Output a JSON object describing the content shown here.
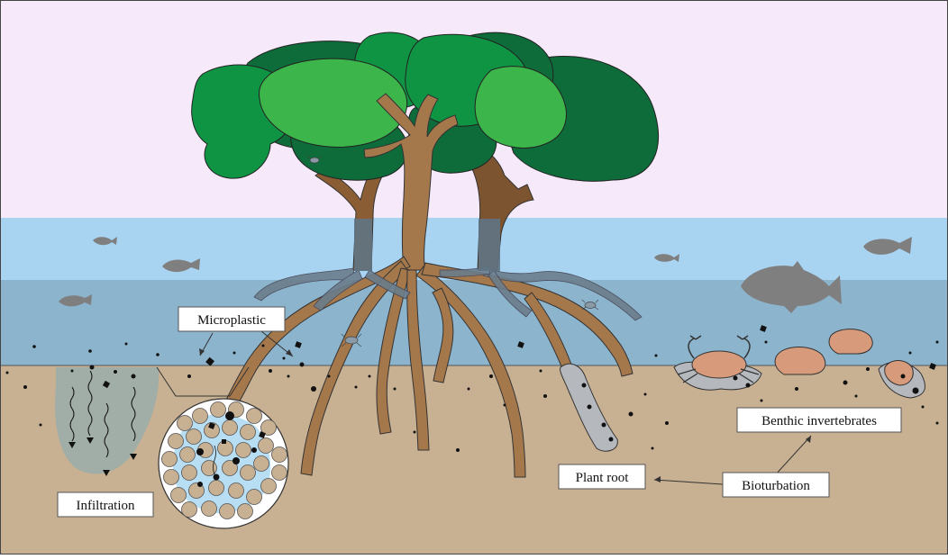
{
  "labels": {
    "microplastic": "Microplastic",
    "infiltration": "Infiltration",
    "plant_root": "Plant root",
    "bioturbation": "Bioturbation",
    "benthic_invertebrates": "Benthic invertebrates"
  },
  "colors": {
    "sky": "#f6eafa",
    "water_upper": "#a8d4f2",
    "water_lower": "#8cb4cd",
    "sediment": "#c8b092",
    "trunk": "#a5784c",
    "trunk_back": "#7d5430",
    "canopy_dark": "#0e6b3a",
    "canopy_mid": "#0f9444",
    "canopy_light": "#3cb54a",
    "fish": "#7f7f7f",
    "shell": "#d79b7c",
    "microplastic": "#111111"
  }
}
